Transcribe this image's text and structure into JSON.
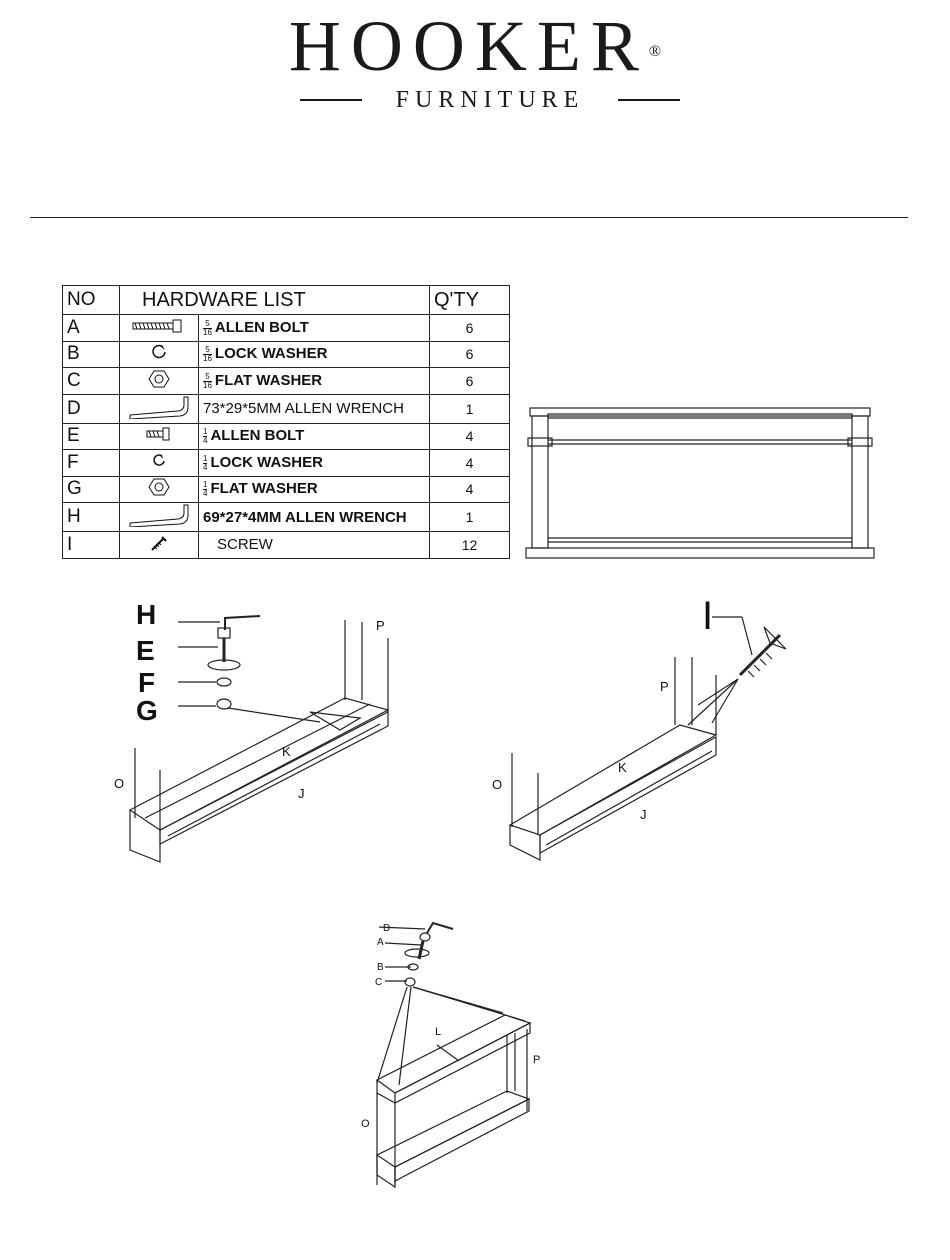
{
  "brand": {
    "name": "HOOKER",
    "registered": "®",
    "subtitle": "FURNITURE"
  },
  "table": {
    "headers": {
      "no": "NO",
      "list": "HARDWARE LIST",
      "qty": "Q'TY"
    },
    "rows": [
      {
        "no": "A",
        "icon": "allen-bolt-icon",
        "frac_num": "5",
        "frac_den": "16",
        "desc": "ALLEN BOLT",
        "qty": "6"
      },
      {
        "no": "B",
        "icon": "lock-washer-icon",
        "frac_num": "5",
        "frac_den": "16",
        "desc": "LOCK WASHER",
        "qty": "6"
      },
      {
        "no": "C",
        "icon": "flat-washer-icon",
        "frac_num": "5",
        "frac_den": "16",
        "desc": "FLAT WASHER",
        "qty": "6"
      },
      {
        "no": "D",
        "icon": "allen-wrench-icon",
        "frac_num": "",
        "frac_den": "",
        "desc": "73*29*5MM ALLEN WRENCH",
        "qty": "1"
      },
      {
        "no": "E",
        "icon": "allen-bolt-icon",
        "frac_num": "1",
        "frac_den": "4",
        "desc": "ALLEN BOLT",
        "qty": "4"
      },
      {
        "no": "F",
        "icon": "lock-washer-icon",
        "frac_num": "1",
        "frac_den": "4",
        "desc": "LOCK WASHER",
        "qty": "4"
      },
      {
        "no": "G",
        "icon": "flat-washer-icon",
        "frac_num": "1",
        "frac_den": "4",
        "desc": "FLAT WASHER",
        "qty": "4"
      },
      {
        "no": "H",
        "icon": "allen-wrench-icon",
        "frac_num": "",
        "frac_den": "",
        "desc": "69*27*4MM ALLEN WRENCH",
        "qty": "1"
      },
      {
        "no": "I",
        "icon": "screw-icon",
        "frac_num": "",
        "frac_den": "",
        "desc": "SCREW",
        "qty": "12"
      }
    ]
  },
  "diagram1": {
    "labels": {
      "h": "H",
      "e": "E",
      "f": "F",
      "g": "G",
      "p": "P",
      "k": "K",
      "o": "O",
      "j": "J"
    }
  },
  "diagram2": {
    "labels": {
      "i": "I",
      "p": "P",
      "k": "K",
      "o": "O",
      "j": "J"
    }
  },
  "diagram3": {
    "labels": {
      "d": "D",
      "a": "A",
      "b": "B",
      "c": "C",
      "l": "L",
      "p": "P",
      "o": "O"
    }
  }
}
